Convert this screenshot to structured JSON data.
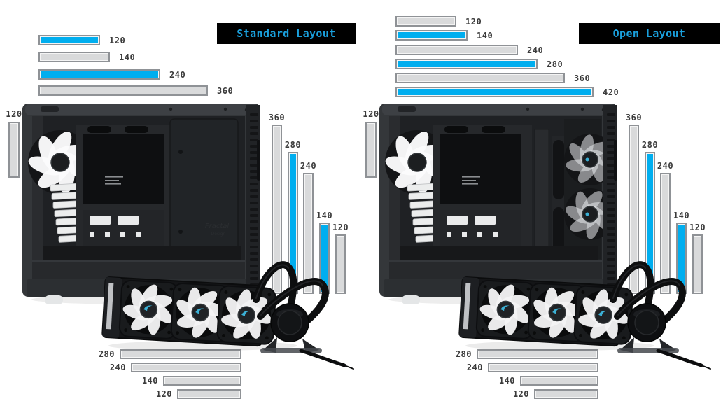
{
  "colors": {
    "background": "#ffffff",
    "bar_blue": "#00aeef",
    "bar_gray": "#d9dadb",
    "bar_border": "#8f9296",
    "bar_inner_edge": "#f4f4f4",
    "label_text": "#3b3b3b",
    "title_bg": "#000000",
    "title_text": "#1aa0dd"
  },
  "panels": [
    {
      "id": "standard",
      "title": "Standard Layout",
      "top_bars": [
        {
          "label": "120",
          "value": 120,
          "color": "blue",
          "px": 88
        },
        {
          "label": "140",
          "value": 140,
          "color": "gray",
          "px": 102
        },
        {
          "label": "240",
          "value": 240,
          "color": "blue",
          "px": 174
        },
        {
          "label": "360",
          "value": 360,
          "color": "gray",
          "px": 242
        }
      ],
      "left_bar": {
        "label": "120",
        "value": 120,
        "color": "gray",
        "px": 80
      },
      "right_bars": [
        {
          "label": "360",
          "value": 360,
          "color": "gray",
          "px": 242
        },
        {
          "label": "280",
          "value": 280,
          "color": "blue",
          "px": 203
        },
        {
          "label": "240",
          "value": 240,
          "color": "gray",
          "px": 173
        },
        {
          "label": "140",
          "value": 140,
          "color": "blue",
          "px": 102
        },
        {
          "label": "120",
          "value": 120,
          "color": "gray",
          "px": 85
        }
      ],
      "bottom_bars": [
        {
          "label": "280",
          "value": 280,
          "color": "gray",
          "px": 174
        },
        {
          "label": "240",
          "value": 240,
          "color": "gray",
          "px": 158
        },
        {
          "label": "140",
          "value": 140,
          "color": "gray",
          "px": 112
        },
        {
          "label": "120",
          "value": 120,
          "color": "gray",
          "px": 92
        }
      ]
    },
    {
      "id": "open",
      "title": "Open Layout",
      "top_bars": [
        {
          "label": "120",
          "value": 120,
          "color": "gray",
          "px": 87
        },
        {
          "label": "140",
          "value": 140,
          "color": "blue",
          "px": 103
        },
        {
          "label": "240",
          "value": 240,
          "color": "gray",
          "px": 175
        },
        {
          "label": "280",
          "value": 280,
          "color": "blue",
          "px": 203
        },
        {
          "label": "360",
          "value": 360,
          "color": "gray",
          "px": 242
        },
        {
          "label": "420",
          "value": 420,
          "color": "blue",
          "px": 283
        }
      ],
      "left_bar": {
        "label": "120",
        "value": 120,
        "color": "gray",
        "px": 80
      },
      "right_bars": [
        {
          "label": "360",
          "value": 360,
          "color": "gray",
          "px": 242
        },
        {
          "label": "280",
          "value": 280,
          "color": "blue",
          "px": 203
        },
        {
          "label": "240",
          "value": 240,
          "color": "gray",
          "px": 173
        },
        {
          "label": "140",
          "value": 140,
          "color": "blue",
          "px": 102
        },
        {
          "label": "120",
          "value": 120,
          "color": "gray",
          "px": 85
        }
      ],
      "bottom_bars": [
        {
          "label": "280",
          "value": 280,
          "color": "gray",
          "px": 174
        },
        {
          "label": "240",
          "value": 240,
          "color": "gray",
          "px": 158
        },
        {
          "label": "140",
          "value": 140,
          "color": "gray",
          "px": 112
        },
        {
          "label": "120",
          "value": 120,
          "color": "gray",
          "px": 92
        }
      ]
    }
  ]
}
